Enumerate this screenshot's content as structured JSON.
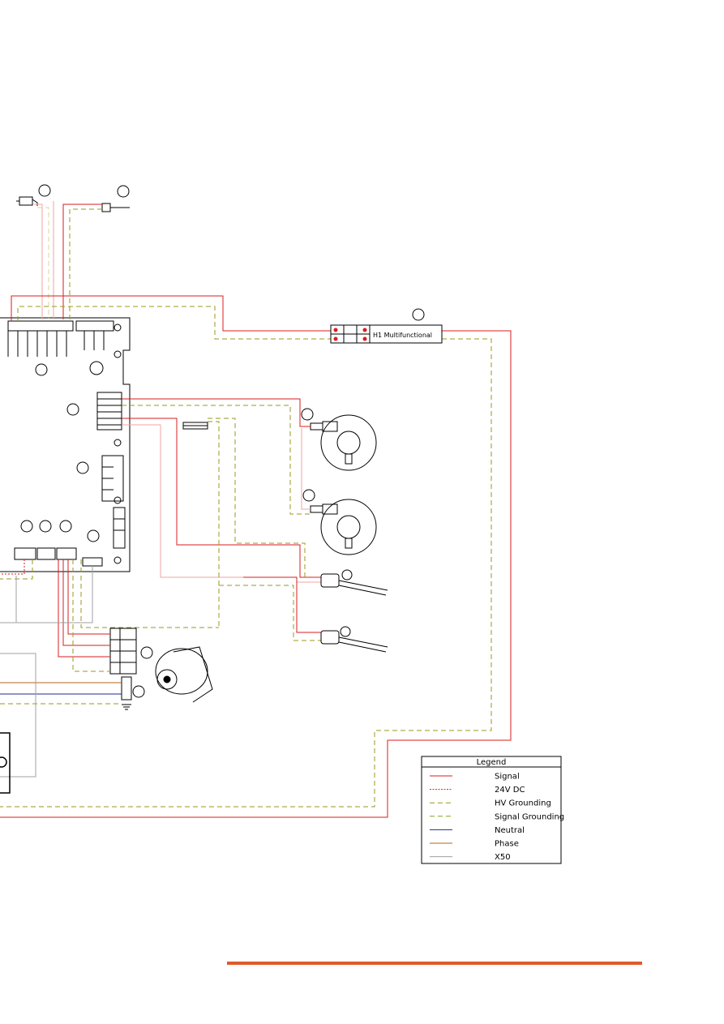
{
  "colors": {
    "signal": "#d81e1e",
    "dc24": "#d81e1e",
    "hv_grounding": "#9a9a1c",
    "signal_grounding": "#7fa320",
    "neutral": "#1f2a8a",
    "phase": "#b5651d",
    "x50": "#a0a0a0",
    "light_signal": "#f2a3a3",
    "light_ground": "#d8d89a",
    "footer_bar": "#e05a2b"
  },
  "terminal_block": {
    "label": "H1 Multifunctional"
  },
  "legend": {
    "title": "Legend",
    "items": [
      {
        "label": "Signal",
        "style": "solid",
        "color_key": "signal"
      },
      {
        "label": "24V DC",
        "style": "dotted",
        "color_key": "dc24"
      },
      {
        "label": "HV Grounding",
        "style": "dashed",
        "color_key": "hv_grounding"
      },
      {
        "label": "Signal Grounding",
        "style": "dashed",
        "color_key": "signal_grounding"
      },
      {
        "label": "Neutral",
        "style": "solid",
        "color_key": "neutral"
      },
      {
        "label": "Phase",
        "style": "solid",
        "color_key": "phase"
      },
      {
        "label": "X50",
        "style": "solid",
        "color_key": "x50"
      }
    ]
  },
  "icons": [
    "sensor-probe-icon",
    "temperature-sensor-icon",
    "pressure-switch-icon",
    "ntc-sensor-icon",
    "fan-blower-icon",
    "ground-symbol-icon"
  ]
}
